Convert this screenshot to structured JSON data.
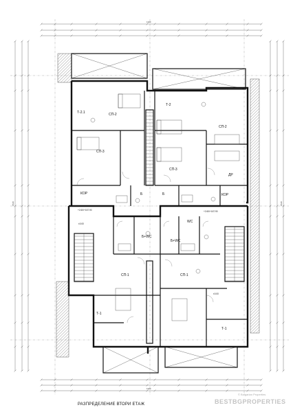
{
  "plan": {
    "caption": "РАЗПРЕДЕЛЕНИЕ ВТОРИ ЕТАЖ",
    "rooms": {
      "t2_left": "Т-2.1",
      "sp3_left": "СП-3",
      "sp2_left": "СП-2",
      "kor_left": "КОР",
      "t2_right": "Т-2",
      "sp2_right": "СП-2",
      "sp3_right": "СП-3",
      "dr": "ДР",
      "kor_right": "КОР",
      "b1": "Б",
      "b2": "Б",
      "bwc1": "Б+WC",
      "bwc2": "Б+WC",
      "wc": "WC",
      "sp1_left": "СП-1",
      "sp1_right": "СП-1",
      "t1_left": "Т-1",
      "t1_right": "Т-1"
    },
    "levels": {
      "l1": "+2.60/+167.90",
      "l2": "±0.00",
      "l3": "+2.60/+167.90",
      "l4": "±0.00"
    },
    "dims": {
      "top_total": "1100",
      "bottom_total": "1100",
      "left_total": "1520",
      "right_total": "1520"
    }
  },
  "watermark": {
    "line1": "© Bulgarian Properties",
    "line2": "BESTBGPROPERTIES"
  }
}
